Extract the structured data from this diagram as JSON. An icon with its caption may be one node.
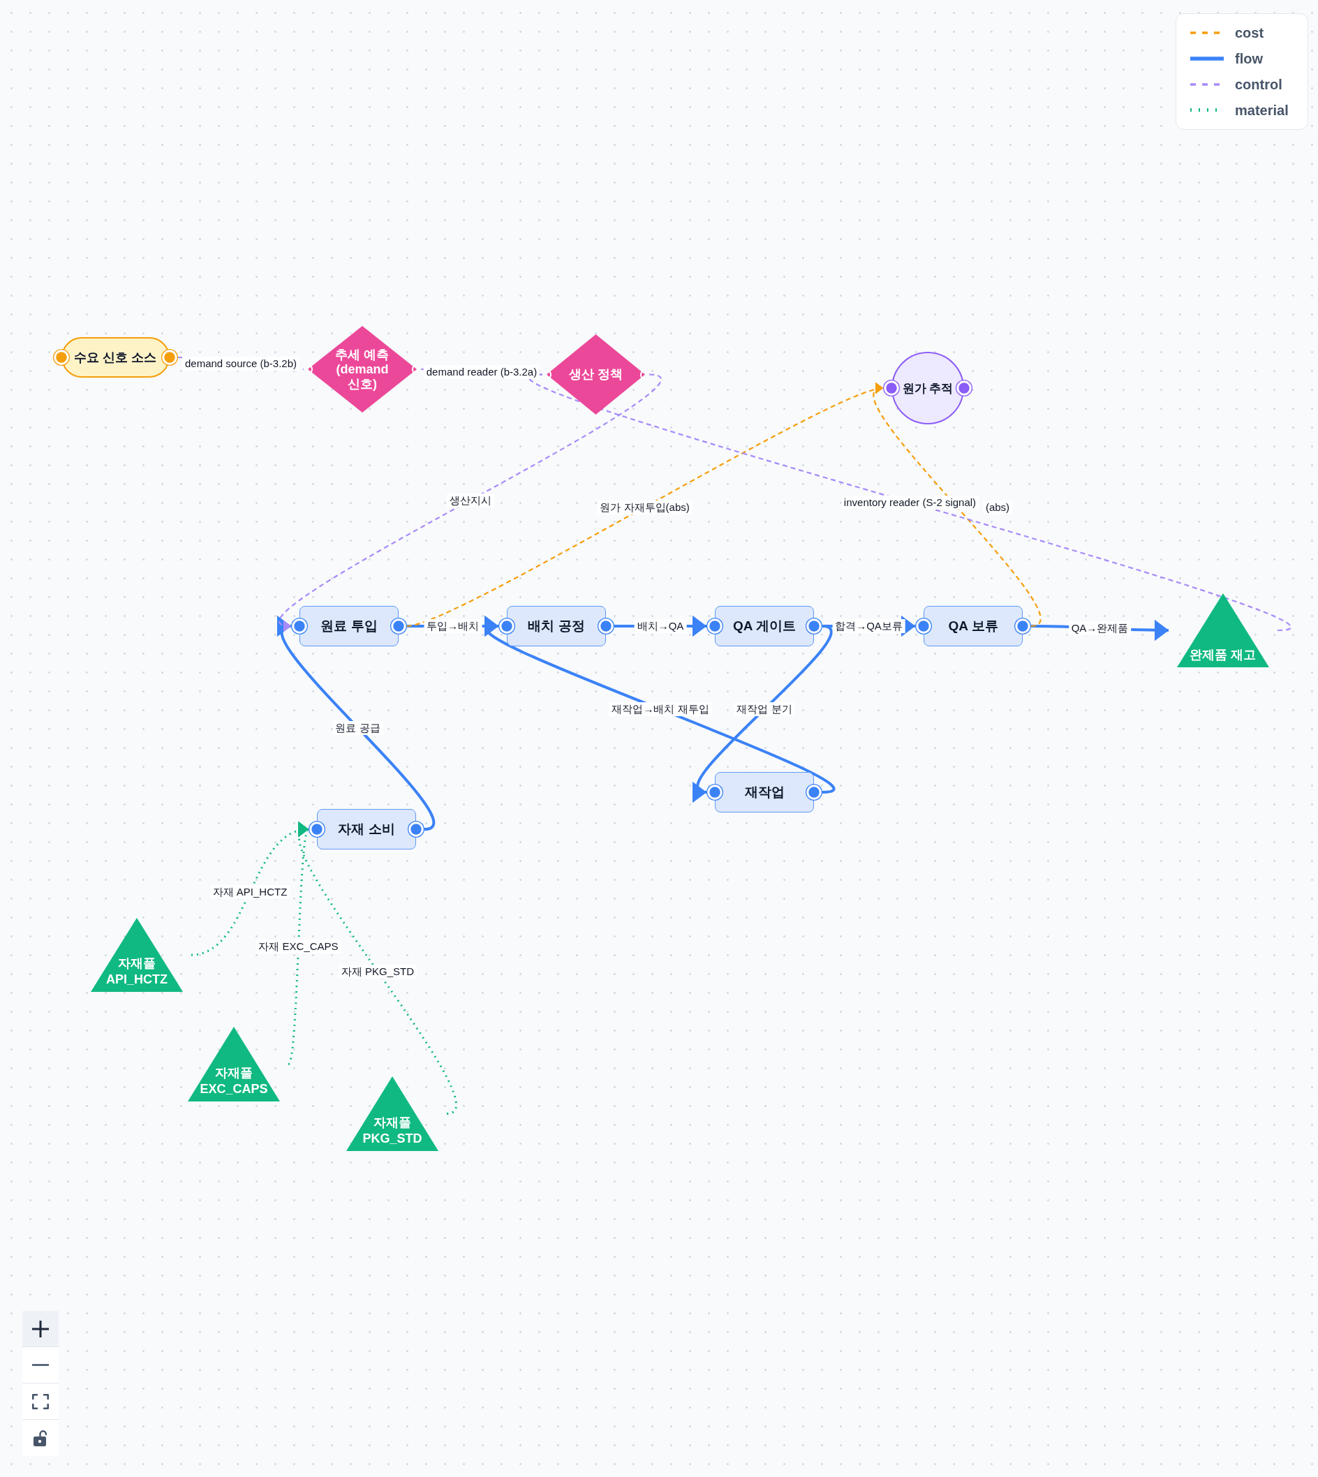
{
  "diagram": {
    "nodes": [
      {
        "text": [
          "수요 신호 소스"
        ]
      },
      {
        "text": [
          "추세 예측 (demand 신호)"
        ]
      },
      {
        "text": [
          "생산 정책"
        ]
      },
      {
        "text": [
          "원가 추적"
        ]
      },
      {
        "text": [
          "원료 투입"
        ]
      },
      {
        "text": [
          "배치 공정"
        ]
      },
      {
        "text": [
          "QA 게이트"
        ]
      },
      {
        "text": [
          "QA 보류"
        ]
      },
      {
        "text": [
          "완제품 재고"
        ]
      },
      {
        "text": [
          "재작업"
        ]
      },
      {
        "text": [
          "자재 소비"
        ]
      },
      {
        "text": [
          "자재풀 API_HCTZ"
        ]
      },
      {
        "text": [
          "자재풀 EXC_CAPS"
        ]
      },
      {
        "text": [
          "자재풀 PKG_STD"
        ]
      }
    ],
    "edges": [
      {
        "from": 0,
        "to": 1,
        "arrow": "none",
        "label": "demand source (b-3.2b)",
        "style": "dashed",
        "color": "#a78bfa"
      },
      {
        "from": 1,
        "to": 2,
        "arrow": "none",
        "label": "demand reader (b-3.2a)",
        "style": "dashed",
        "color": "#a78bfa"
      },
      {
        "from": 2,
        "to": 4,
        "arrow": "to",
        "label": "생산지시",
        "style": "dashed",
        "color": "#a78bfa"
      },
      {
        "from": 4,
        "to": 3,
        "arrow": "to",
        "label": "원가 자재투입(abs)",
        "style": "dashed",
        "color": "#f59e0b"
      },
      {
        "from": 8,
        "to": 2,
        "arrow": "none",
        "label": "inventory reader (S-2 signal)",
        "style": "dashed",
        "color": "#a78bfa"
      },
      {
        "from": 7,
        "to": 3,
        "arrow": "to",
        "label": "(abs)",
        "style": "dashed",
        "color": "#f59e0b"
      },
      {
        "from": 4,
        "to": 5,
        "arrow": "to",
        "label": "투입→배치"
      },
      {
        "from": 5,
        "to": 6,
        "arrow": "to",
        "label": "배치→QA"
      },
      {
        "from": 6,
        "to": 7,
        "arrow": "to",
        "label": "합격→QA보류"
      },
      {
        "from": 7,
        "to": 8,
        "arrow": "to",
        "label": "QA→완제품"
      },
      {
        "from": 6,
        "to": 9,
        "arrow": "to",
        "label": "재작업 분기"
      },
      {
        "from": 9,
        "to": 5,
        "arrow": "to",
        "label": "재작업→배치 재투입"
      },
      {
        "from": 10,
        "to": 4,
        "arrow": "to",
        "label": "원료 공급"
      },
      {
        "from": 11,
        "to": 10,
        "arrow": "to",
        "label": "자재 API_HCTZ",
        "style": "dashed",
        "color": "#10b981"
      },
      {
        "from": 12,
        "to": 10,
        "arrow": "to",
        "label": "자재 EXC_CAPS",
        "style": "dashed",
        "color": "#10b981"
      },
      {
        "from": 13,
        "to": 10,
        "arrow": "to",
        "label": "자재 PKG_STD",
        "style": "dashed",
        "color": "#10b981"
      }
    ],
    "legend": [
      {
        "text": "cost"
      },
      {
        "text": "flow"
      },
      {
        "text": "control"
      },
      {
        "text": "material"
      }
    ]
  }
}
